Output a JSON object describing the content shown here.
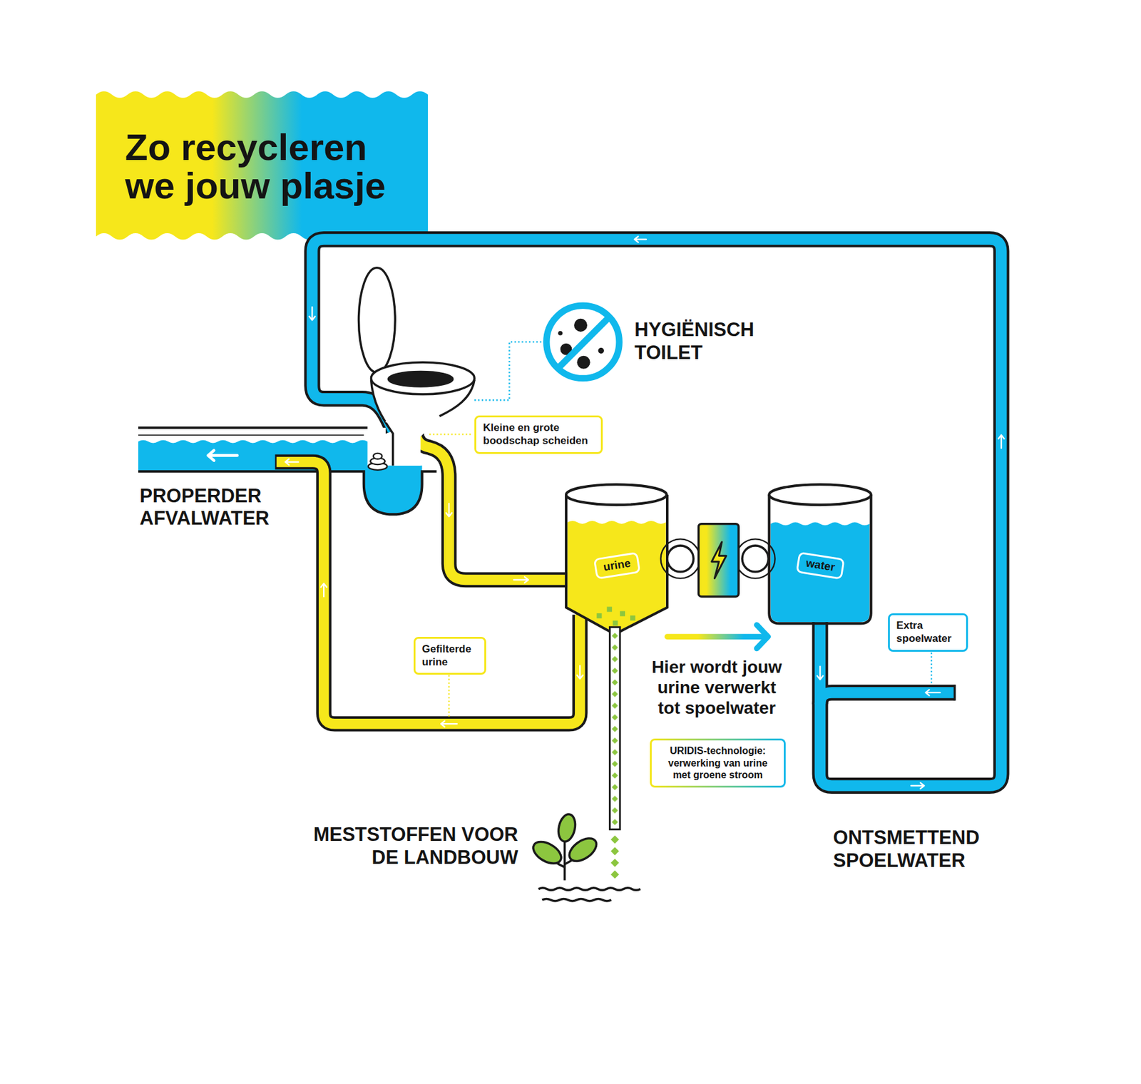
{
  "diagram": {
    "title": "Zo recycleren we jouw plasje",
    "nodes": [
      {
        "text": [
          "Kleine en grote boodschap scheiden"
        ]
      },
      {
        "text": [
          "urine"
        ]
      },
      {
        "text": [
          "water"
        ]
      },
      {
        "text": [
          "Extra spoelwater"
        ]
      },
      {
        "text": [
          "Gefilterde urine"
        ]
      },
      {
        "text": [
          "URIDIS-technologie: verwerking van urine met groene stroom"
        ]
      }
    ],
    "edges": [
      {
        "from": 1,
        "to": 2,
        "arrow": "to"
      }
    ],
    "labels": [
      "HYGIËNISCH TOILET",
      "PROPERDER AFVALWATER",
      "Hier wordt jouw urine verwerkt tot spoelwater",
      "MESTSTOFFEN VOOR DE LANDBOUW",
      "ONTSMETTEND SPOELWATER"
    ]
  }
}
